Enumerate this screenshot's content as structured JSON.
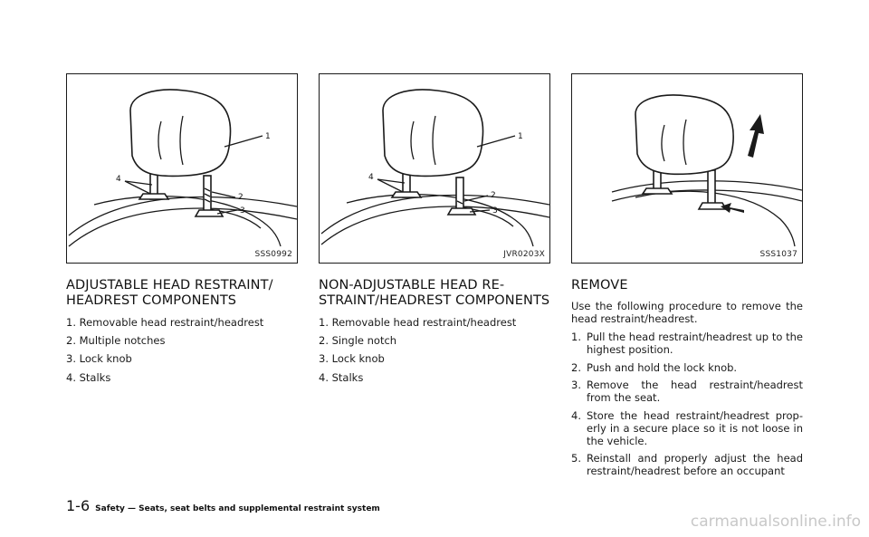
{
  "figures": [
    {
      "code": "SSS0992",
      "callouts": [
        "1",
        "2",
        "3",
        "4"
      ]
    },
    {
      "code": "JVR0203X",
      "callouts": [
        "1",
        "2",
        "3",
        "4"
      ]
    },
    {
      "code": "SSS1037"
    }
  ],
  "sections": [
    {
      "heading": "ADJUSTABLE HEAD RESTRAINT/ HEADREST COMPONENTS",
      "items": [
        "1. Removable head restraint/headrest",
        "2. Multiple notches",
        "3. Lock knob",
        "4. Stalks"
      ]
    },
    {
      "heading": "NON-ADJUSTABLE HEAD RE- STRAINT/HEADREST COMPONENTS",
      "items": [
        "1. Removable head restraint/headrest",
        "2. Single notch",
        "3. Lock knob",
        "4. Stalks"
      ]
    },
    {
      "heading": "REMOVE",
      "intro": "Use the following procedure to remove the head restraint/headrest.",
      "steps": [
        {
          "num": "1.",
          "text": "Pull the head restraint/headrest up to the highest position."
        },
        {
          "num": "2.",
          "text": "Push and hold the lock knob."
        },
        {
          "num": "3.",
          "text": "Remove the head restraint/headrest from the seat."
        },
        {
          "num": "4.",
          "text": "Store the head restraint/headrest prop- erly in a secure place so it is not loose in the vehicle."
        },
        {
          "num": "5.",
          "text": "Reinstall and properly adjust the head restraint/headrest before an occupant"
        }
      ]
    }
  ],
  "footer": {
    "page_number": "1-6",
    "title": "Safety — Seats, seat belts and supplemental restraint system"
  },
  "watermark": "carmanualsonline.info"
}
